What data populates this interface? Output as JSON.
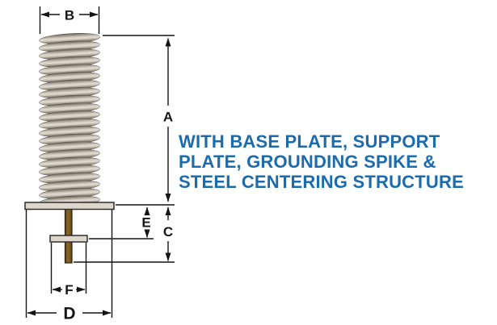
{
  "annotation": {
    "heading": "WITH BASE PLATE, SUPPORT\nPLATE, GROUNDING SPIKE &\nSTEEL CENTERING STRUCTURE"
  },
  "dimensions": {
    "a": "A",
    "b": "B",
    "c": "C",
    "d": "D",
    "e": "E",
    "f": "F"
  },
  "colors": {
    "heading_blue": "#1b6bad",
    "thread_light": "#d9d3c9",
    "thread_dark": "#5f584e",
    "plate_fill": "#ddd8cb",
    "spike_brown": "#7d5b22",
    "line_black": "#1a1a1a"
  }
}
